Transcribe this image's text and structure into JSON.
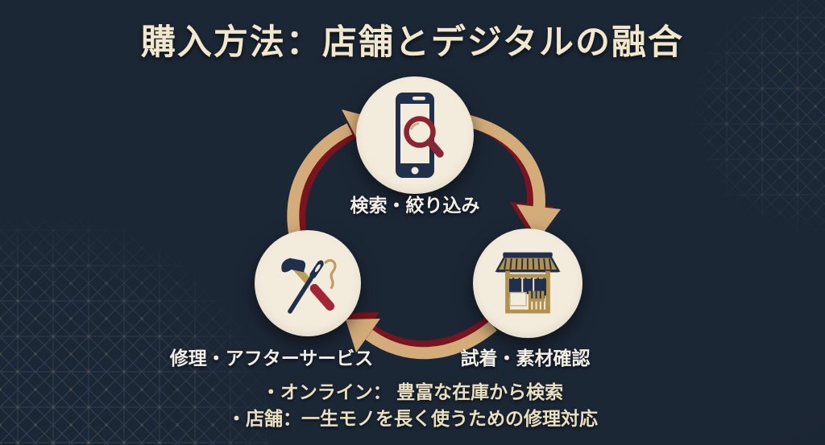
{
  "slide": {
    "title": "購入方法：店舗とデジタルの融合",
    "background_color": "#1c2736",
    "accent_colors": {
      "circle_fill": "#f3ecdc",
      "arrow_tan": "#d4ac79",
      "arrow_dark_red": "#7a1420",
      "icon_navy": "#20304a",
      "icon_gold": "#b29050",
      "icon_red": "#8c2533",
      "title_text": "#f0e7cd",
      "label_text": "#f2efe8",
      "note_text": "#e9dfc1"
    }
  },
  "cycle": {
    "steps": [
      {
        "position": "top",
        "icon": "smartphone-search-icon",
        "label": "検索・絞り込み"
      },
      {
        "position": "bottom-right",
        "icon": "storefront-icon",
        "label": "試着・素材確認"
      },
      {
        "position": "bottom-left",
        "icon": "repair-tools-icon",
        "label": "修理・アフターサービス"
      }
    ]
  },
  "notes": {
    "items": [
      "・オンライン： 豊富な在庫から検索",
      "・店舗：一生モノを長く使うための修理対応"
    ]
  }
}
